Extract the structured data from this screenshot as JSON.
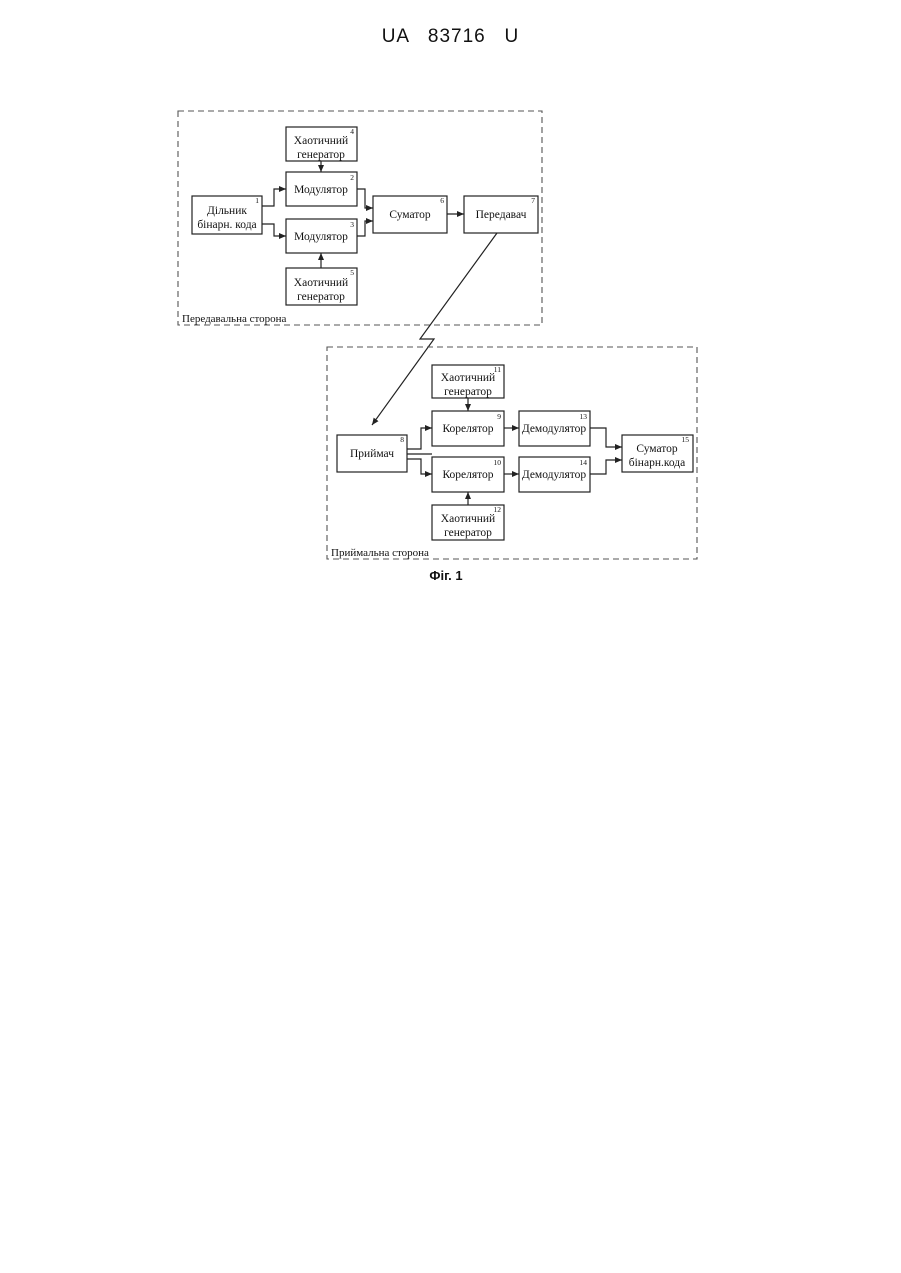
{
  "header": {
    "doc_number": "UA   83716   U"
  },
  "transmit": {
    "zone_label": "Передавальна сторона",
    "blocks": {
      "b1": {
        "line1": "Дільник",
        "line2": "бінарн. кода",
        "num": "1"
      },
      "b2": {
        "label": "Модулятор",
        "num": "2"
      },
      "b3": {
        "label": "Модулятор",
        "num": "3"
      },
      "b4": {
        "line1": "Хаотичний",
        "line2": "генератор",
        "num": "4"
      },
      "b5": {
        "line1": "Хаотичний",
        "line2": "генератор",
        "num": "5"
      },
      "b6": {
        "label": "Суматор",
        "num": "6"
      },
      "b7": {
        "label": "Передавач",
        "num": "7"
      }
    }
  },
  "receive": {
    "zone_label": "Приймальна сторона",
    "blocks": {
      "b8": {
        "label": "Приймач",
        "num": "8"
      },
      "b9": {
        "label": "Корелятор",
        "num": "9"
      },
      "b10": {
        "label": "Корелятор",
        "num": "10"
      },
      "b11": {
        "line1": "Хаотичний",
        "line2": "генератор",
        "num": "11"
      },
      "b12": {
        "line1": "Хаотичний",
        "line2": "генератор",
        "num": "12"
      },
      "b13": {
        "label": "Демодулятор",
        "num": "13"
      },
      "b14": {
        "label": "Демодулятор",
        "num": "14"
      },
      "b15": {
        "line1": "Суматор",
        "line2": "бінарн.кода",
        "num": "15"
      }
    }
  },
  "caption": "Фіг. 1"
}
